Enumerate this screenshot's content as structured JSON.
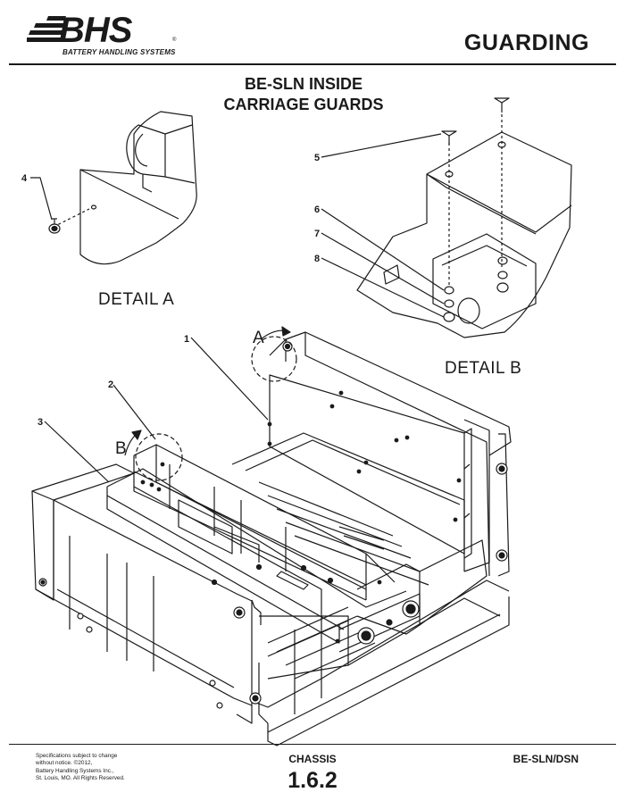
{
  "header": {
    "brand": "BHS",
    "brand_tagline": "BATTERY HANDLING SYSTEMS",
    "registered_mark": "®",
    "section_title": "GUARDING"
  },
  "diagram": {
    "title_line1": "BE-SLN INSIDE",
    "title_line2": "CARRIAGE GUARDS",
    "detail_a_label": "DETAIL  A",
    "detail_b_label": "DETAIL  B",
    "detail_a_marker": "A",
    "detail_b_marker": "B",
    "callouts": [
      "1",
      "2",
      "3",
      "4",
      "5",
      "6",
      "7",
      "8"
    ]
  },
  "footer": {
    "notes_line1": "Specifications subject to change",
    "notes_line2": "without notice. ©2012,",
    "notes_line3": "Battery Handling Systems Inc.,",
    "notes_line4": "St. Louis, MO. All Rights Reserved.",
    "section": "CHASSIS",
    "page_number": "1.6.2",
    "model": "BE-SLN/DSN"
  }
}
